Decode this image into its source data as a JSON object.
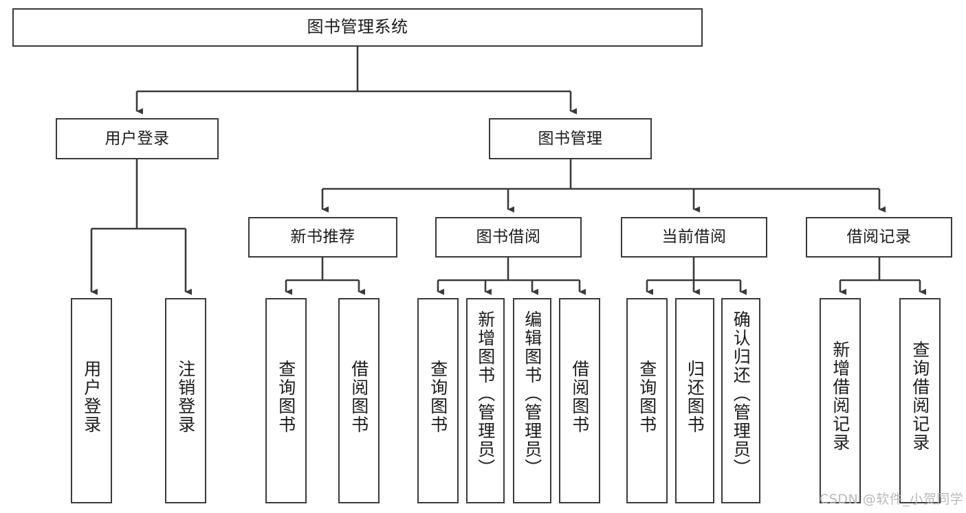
{
  "diagram": {
    "title": "图书管理系统",
    "type": "functional-structure-tree",
    "background_color": "#ffffff",
    "line_color": "#3a3a3a",
    "box_fill": "#ffffff",
    "root": {
      "id": "root",
      "label": "图书管理系统"
    },
    "level1": [
      {
        "id": "user-login",
        "label": "用户登录"
      },
      {
        "id": "book-manage",
        "label": "图书管理"
      }
    ],
    "level2": [
      {
        "id": "new-book-recommend",
        "label": "新书推荐",
        "parent": "book-manage"
      },
      {
        "id": "book-borrow",
        "label": "图书借阅",
        "parent": "book-manage"
      },
      {
        "id": "current-borrow",
        "label": "当前借阅",
        "parent": "book-manage"
      },
      {
        "id": "borrow-record",
        "label": "借阅记录",
        "parent": "book-manage"
      }
    ],
    "leaves": [
      {
        "id": "leaf-user-login",
        "label": "用户登录",
        "parent": "user-login"
      },
      {
        "id": "leaf-logout-login",
        "label": "注销登录",
        "parent": "user-login"
      },
      {
        "id": "leaf-query-book-1",
        "label": "查询图书",
        "parent": "new-book-recommend"
      },
      {
        "id": "leaf-borrow-book-1",
        "label": "借阅图书",
        "parent": "new-book-recommend"
      },
      {
        "id": "leaf-query-book-2",
        "label": "查询图书",
        "parent": "book-borrow"
      },
      {
        "id": "leaf-add-book",
        "label": "新增图书（管理员）",
        "parent": "book-borrow"
      },
      {
        "id": "leaf-edit-book",
        "label": "编辑图书（管理员）",
        "parent": "book-borrow"
      },
      {
        "id": "leaf-borrow-book-2",
        "label": "借阅图书",
        "parent": "book-borrow"
      },
      {
        "id": "leaf-query-book-3",
        "label": "查询图书",
        "parent": "current-borrow"
      },
      {
        "id": "leaf-return-book",
        "label": "归还图书",
        "parent": "current-borrow"
      },
      {
        "id": "leaf-confirm-return",
        "label": "确认归还（管理员）",
        "parent": "current-borrow"
      },
      {
        "id": "leaf-add-record",
        "label": "新增借阅记录",
        "parent": "borrow-record"
      },
      {
        "id": "leaf-query-record",
        "label": "查询借阅记录",
        "parent": "borrow-record"
      }
    ]
  },
  "watermark": {
    "text": "CSDN @软件_小贺同学"
  }
}
